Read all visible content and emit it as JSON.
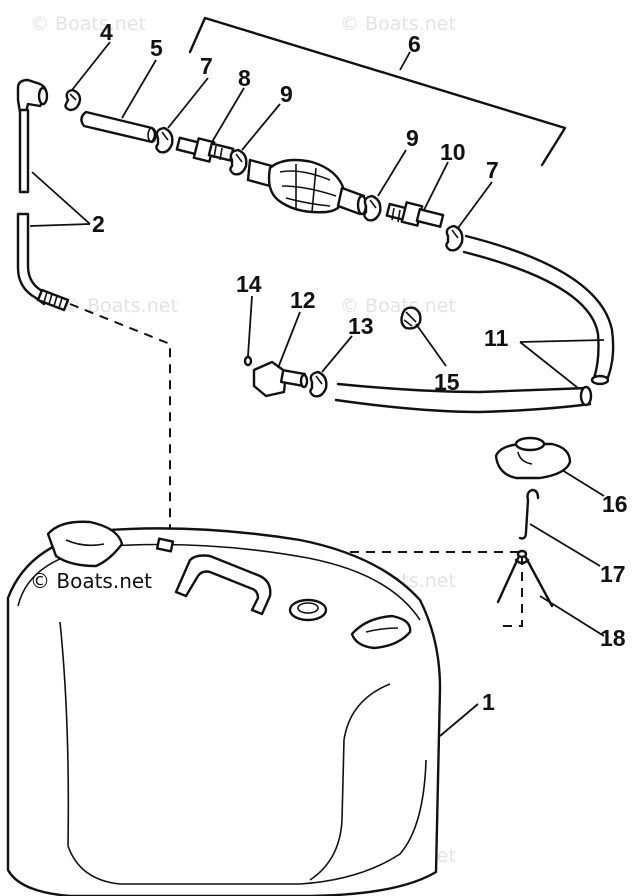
{
  "watermark": {
    "text": "© Boats.net",
    "main_text": "© Boats.net"
  },
  "callouts": {
    "c1": "1",
    "c2": "2",
    "c4": "4",
    "c5": "5",
    "c6": "6",
    "c7a": "7",
    "c7b": "7",
    "c8": "8",
    "c9a": "9",
    "c9b": "9",
    "c10": "10",
    "c11": "11",
    "c12": "12",
    "c13": "13",
    "c14": "14",
    "c15": "15",
    "c16": "16",
    "c17": "17",
    "c18": "18"
  }
}
